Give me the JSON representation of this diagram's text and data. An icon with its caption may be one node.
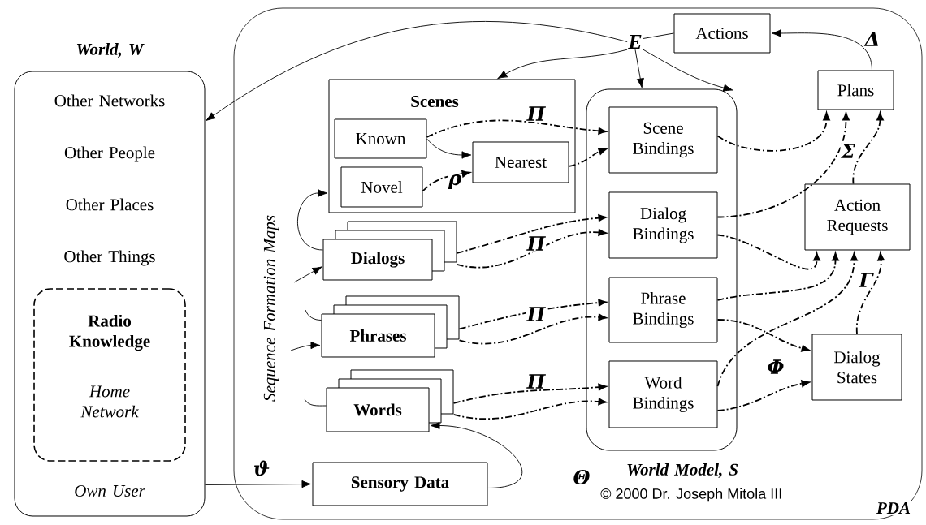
{
  "diagram": {
    "nodes": [
      {
        "text": [
          "World, W",
          "Other Networks",
          "Other People",
          "Other Places",
          "Other Things",
          "Own User"
        ]
      },
      {
        "text": [
          "Radio Knowledge",
          "Home Network"
        ],
        "in": 0
      },
      {
        "text": [
          "PDA"
        ]
      },
      {
        "text": [
          "Scenes"
        ],
        "in": 2
      },
      {
        "text": [
          "Known"
        ],
        "in": 3
      },
      {
        "text": [
          "Novel"
        ],
        "in": 3
      },
      {
        "text": [
          "Nearest"
        ],
        "in": 3
      },
      {
        "text": [
          "Dialogs"
        ],
        "in": 2
      },
      {
        "text": [
          "Phrases"
        ],
        "in": 2
      },
      {
        "text": [
          "Words"
        ],
        "in": 2
      },
      {
        "text": [
          "World Model, S"
        ],
        "in": 2
      },
      {
        "text": [
          "Scene Bindings"
        ],
        "in": 10
      },
      {
        "text": [
          "Dialog Bindings"
        ],
        "in": 10
      },
      {
        "text": [
          "Phrase Bindings"
        ],
        "in": 10
      },
      {
        "text": [
          "Word Bindings"
        ],
        "in": 10
      },
      {
        "text": [
          "Actions"
        ],
        "in": 2
      },
      {
        "text": [
          "Plans"
        ],
        "in": 2
      },
      {
        "text": [
          "Action Requests"
        ],
        "in": 2
      },
      {
        "text": [
          "Dialog States"
        ],
        "in": 2
      },
      {
        "text": [
          "Sensory Data"
        ],
        "in": 2
      },
      {
        "text": [
          "E"
        ],
        "in": 2
      }
    ],
    "edges": [
      {
        "from": 20,
        "to": 0,
        "arrow": "to"
      },
      {
        "from": 20,
        "to": 3,
        "arrow": "to"
      },
      {
        "from": 20,
        "to": 10,
        "arrow": "to"
      },
      {
        "from": 20,
        "to": 10,
        "arrow": "to"
      },
      {
        "from": 15,
        "to": 20,
        "arrow": "none"
      },
      {
        "from": 16,
        "to": 15,
        "arrow": "to",
        "label": "Δ"
      },
      {
        "from": 4,
        "to": 6,
        "arrow": "to"
      },
      {
        "from": 5,
        "to": 6,
        "arrow": "to",
        "label": "ρ",
        "style": "dashed"
      },
      {
        "from": 7,
        "to": 3,
        "arrow": "to"
      },
      {
        "from": null,
        "to": 7,
        "arrow": "to"
      },
      {
        "from": null,
        "to": 8,
        "arrow": "none"
      },
      {
        "from": null,
        "to": 8,
        "arrow": "to"
      },
      {
        "from": null,
        "to": 9,
        "arrow": "none"
      },
      {
        "from": 4,
        "to": 11,
        "arrow": "to",
        "label": "Π",
        "style": "dashed"
      },
      {
        "from": 6,
        "to": 11,
        "arrow": "to",
        "style": "dashed"
      },
      {
        "from": 7,
        "to": 12,
        "arrow": "to",
        "label": "Π",
        "style": "dashed"
      },
      {
        "from": 7,
        "to": 12,
        "arrow": "to",
        "style": "dashed"
      },
      {
        "from": 8,
        "to": 13,
        "arrow": "to",
        "label": "Π",
        "style": "dashed"
      },
      {
        "from": 8,
        "to": 13,
        "arrow": "to",
        "style": "dashed"
      },
      {
        "from": 9,
        "to": 14,
        "arrow": "to",
        "label": "Π",
        "style": "dashed"
      },
      {
        "from": 9,
        "to": 14,
        "arrow": "to",
        "style": "dashed"
      },
      {
        "from": 19,
        "to": 9,
        "arrow": "to",
        "label": "Θ"
      },
      {
        "from": 0,
        "to": 19,
        "arrow": "to",
        "label": "ϑ"
      },
      {
        "from": 11,
        "to": 16,
        "arrow": "to",
        "style": "dashed"
      },
      {
        "from": 12,
        "to": 16,
        "arrow": "to",
        "style": "dashed"
      },
      {
        "from": 17,
        "to": 16,
        "arrow": "to",
        "label": "Σ",
        "style": "dashed"
      },
      {
        "from": 12,
        "to": 17,
        "arrow": "to",
        "style": "dashed"
      },
      {
        "from": 13,
        "to": 17,
        "arrow": "to",
        "style": "dashed"
      },
      {
        "from": 14,
        "to": 17,
        "arrow": "to",
        "style": "dashed"
      },
      {
        "from": 18,
        "to": 17,
        "arrow": "to",
        "label": "Γ",
        "style": "dashed"
      },
      {
        "from": 13,
        "to": 18,
        "arrow": "to",
        "label": "Φ",
        "style": "dashed"
      },
      {
        "from": 14,
        "to": 18,
        "arrow": "to",
        "style": "dashed"
      }
    ],
    "labels": [
      "Sequence Formation Maps",
      "© 2000 Dr. Joseph Mitola III"
    ]
  }
}
